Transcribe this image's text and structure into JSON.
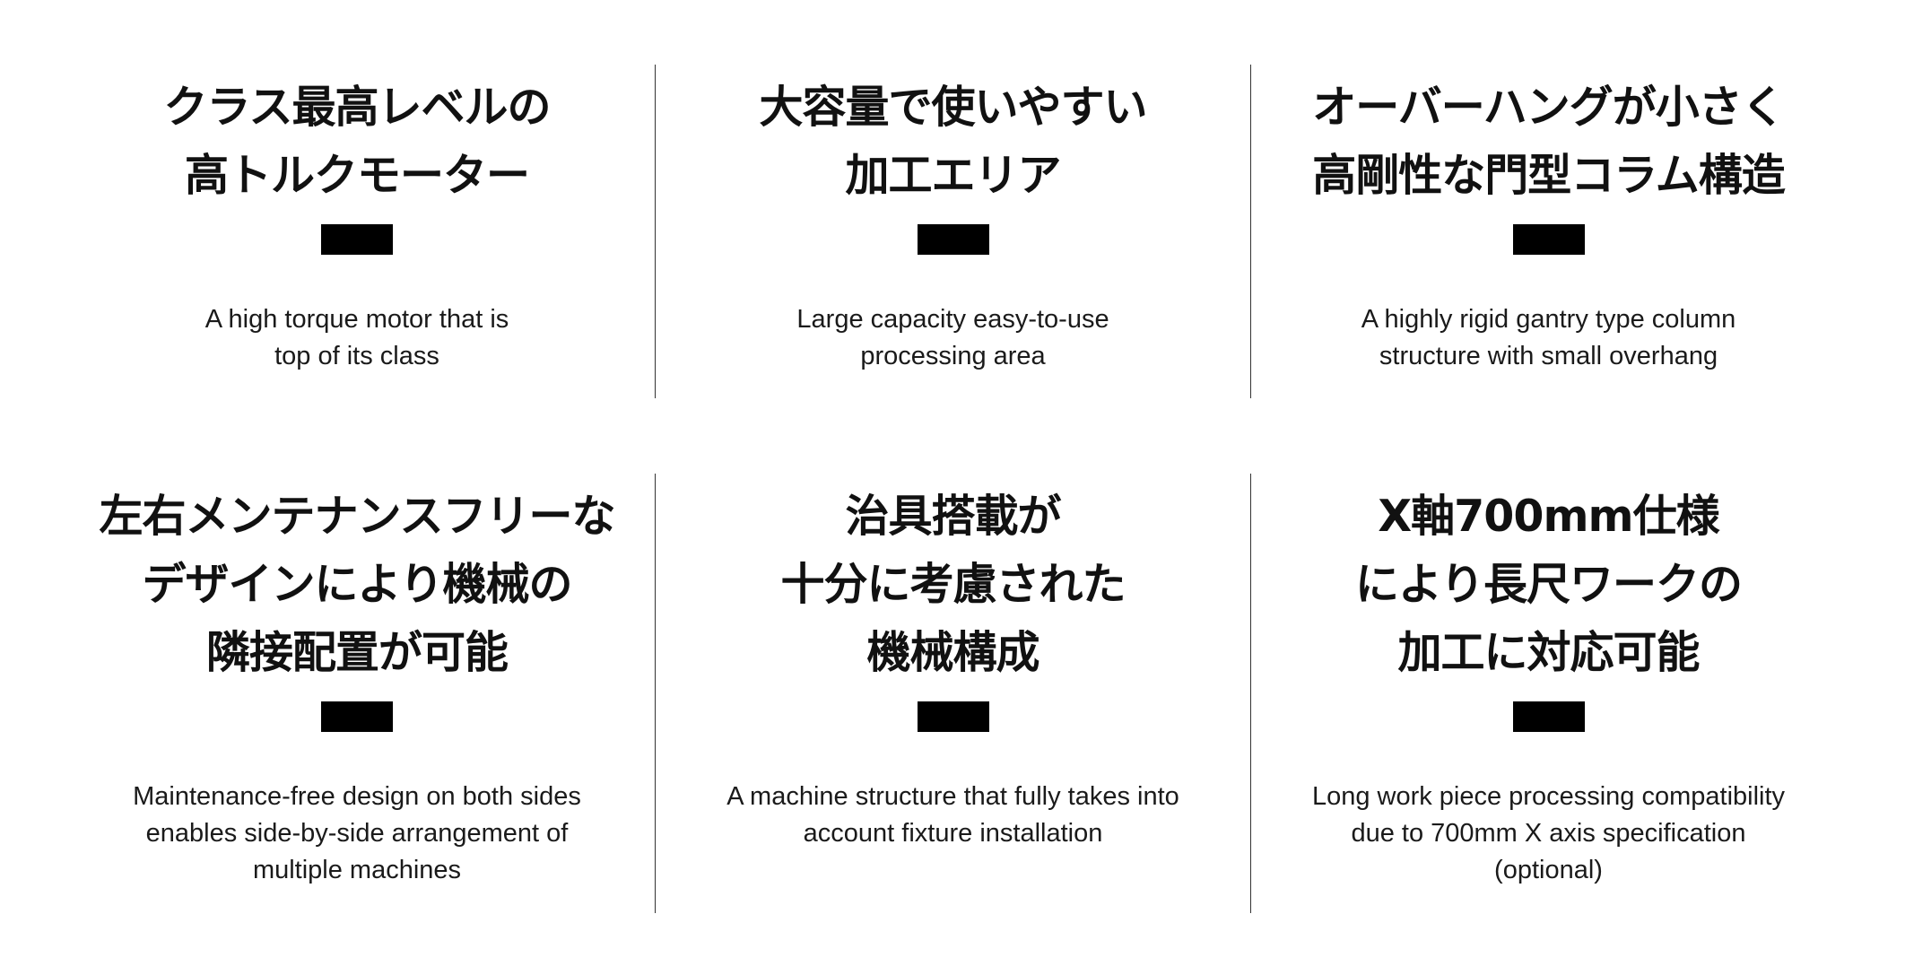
{
  "features": [
    {
      "title_lines": [
        "クラス最高レベルの",
        "高トルクモーター"
      ],
      "desc_lines": [
        "A high torque motor that is",
        "top of its class"
      ]
    },
    {
      "title_lines": [
        "大容量で使いやすい",
        "加工エリア"
      ],
      "desc_lines": [
        "Large capacity easy-to-use",
        "processing area"
      ]
    },
    {
      "title_lines": [
        "オーバーハングが小さく",
        "高剛性な門型コラム構造"
      ],
      "desc_lines": [
        "A highly rigid gantry type column",
        "structure with small overhang"
      ]
    },
    {
      "title_lines": [
        "左右メンテナンスフリーな",
        "デザインにより機械の",
        "隣接配置が可能"
      ],
      "desc_lines": [
        "Maintenance-free design on both sides",
        "enables side-by-side arrangement of",
        "multiple machines"
      ]
    },
    {
      "title_lines": [
        "治具搭載が",
        "十分に考慮された",
        "機械構成"
      ],
      "desc_lines": [
        "A machine structure that fully takes into",
        "account fixture installation"
      ]
    },
    {
      "title_lines": [
        "X軸700mm仕様",
        "により長尺ワークの",
        "加工に対応可能"
      ],
      "desc_lines": [
        "Long work piece processing compatibility",
        "due to 700mm X axis specification",
        "(optional)"
      ]
    }
  ]
}
